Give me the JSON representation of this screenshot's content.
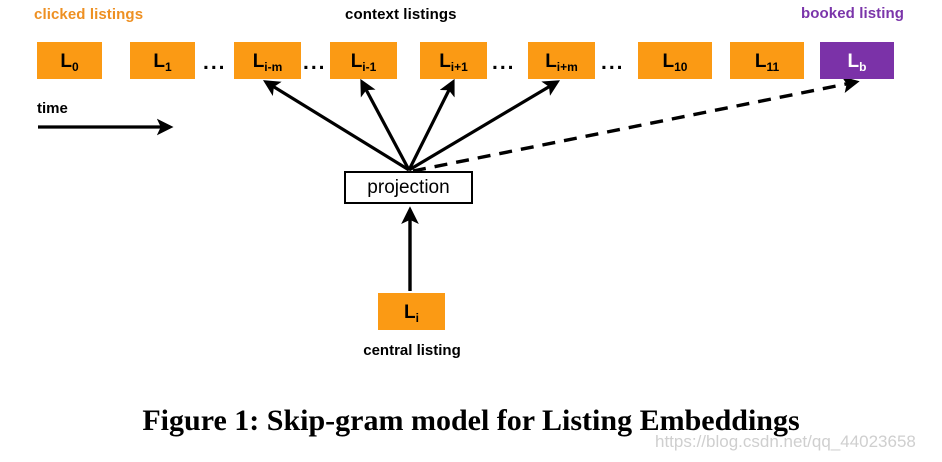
{
  "figure": {
    "caption": "Figure 1: Skip-gram model for Listing Embeddings",
    "watermark": "https://blog.csdn.net/qq_44023658"
  },
  "labels": {
    "clicked_listings": "clicked listings",
    "context_listings": "context listings",
    "booked_listing": "booked listing",
    "time": "time",
    "central_listing": "central listing",
    "projection": "projection"
  },
  "colors": {
    "listing_orange": "#fb9a14",
    "booked_purple": "#7b32a8",
    "clicked_label_orange": "#ee9022",
    "booked_label_purple": "#7b35aa",
    "arrow_black": "#000000",
    "background": "#ffffff"
  },
  "sequence": {
    "ellipsis": "...",
    "boxes": [
      {
        "id": "l0",
        "base": "L",
        "sub": "0",
        "kind": "clicked"
      },
      {
        "id": "l1",
        "base": "L",
        "sub": "1",
        "kind": "clicked"
      },
      {
        "id": "lim",
        "base": "L",
        "sub": "i-m",
        "kind": "context"
      },
      {
        "id": "li1",
        "base": "L",
        "sub": "i-1",
        "kind": "context"
      },
      {
        "id": "lip1",
        "base": "L",
        "sub": "i+1",
        "kind": "context"
      },
      {
        "id": "lipm",
        "base": "L",
        "sub": "i+m",
        "kind": "context"
      },
      {
        "id": "l10",
        "base": "L",
        "sub": "10",
        "kind": "clicked"
      },
      {
        "id": "l11",
        "base": "L",
        "sub": "11",
        "kind": "clicked"
      },
      {
        "id": "lb",
        "base": "L",
        "sub": "b",
        "kind": "booked"
      }
    ]
  },
  "central": {
    "base": "L",
    "sub": "i"
  }
}
